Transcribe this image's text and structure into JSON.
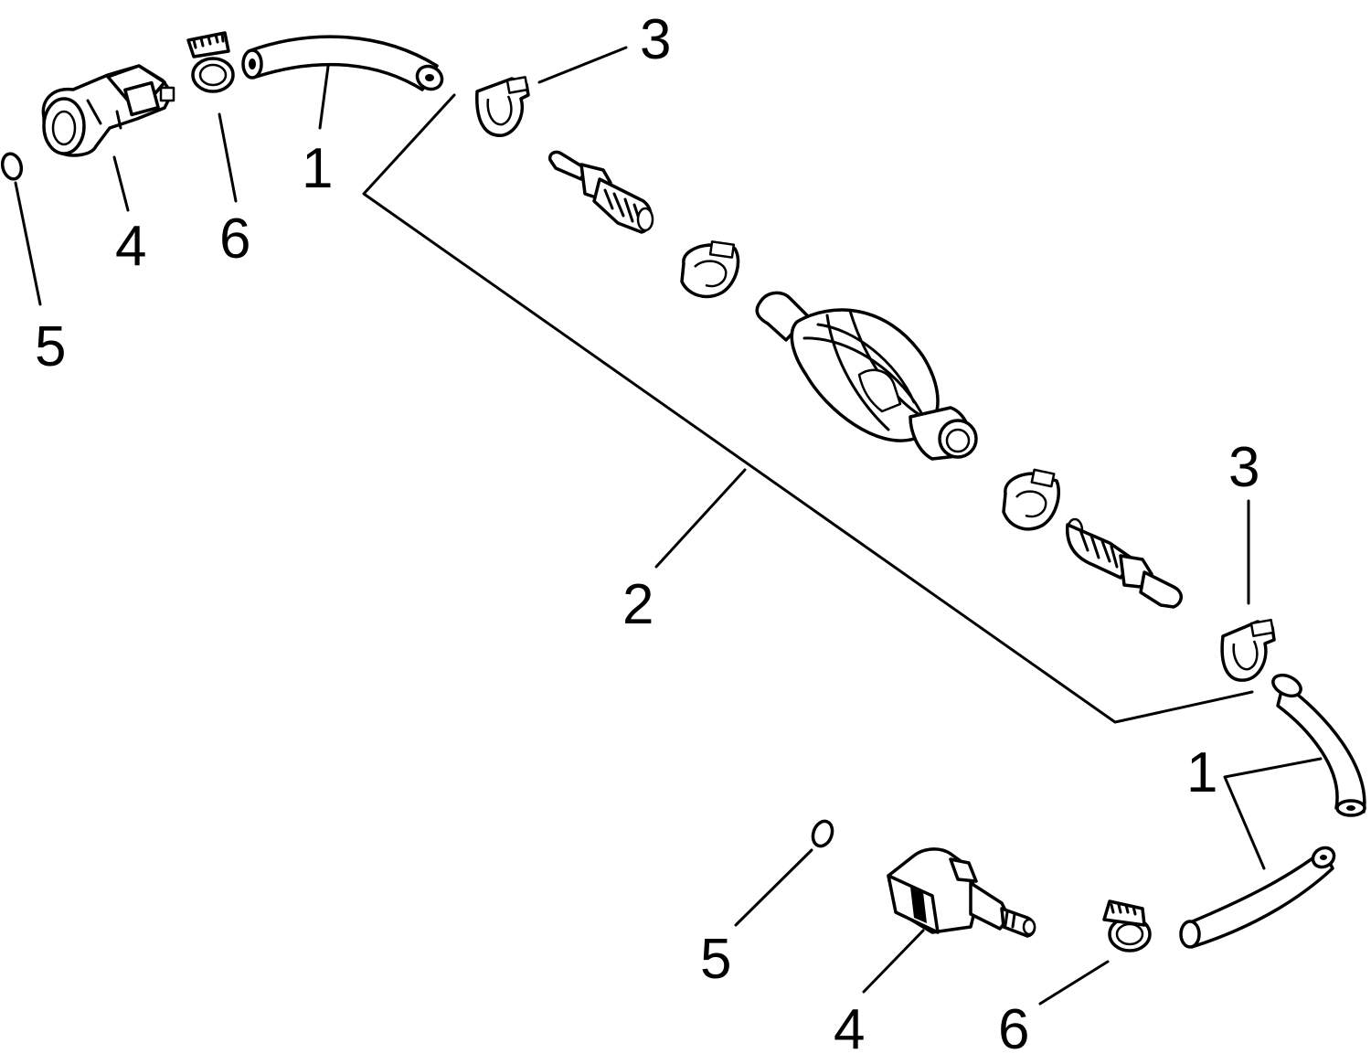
{
  "callouts": {
    "c1_top": "1",
    "c1_right": "1",
    "c2": "2",
    "c3_top": "3",
    "c3_right": "3",
    "c4_top": "4",
    "c4_bottom": "4",
    "c5_top": "5",
    "c5_bottom": "5",
    "c6_top": "6",
    "c6_bottom": "6"
  },
  "colors": {
    "ink": "#000000",
    "background": "#ffffff"
  }
}
